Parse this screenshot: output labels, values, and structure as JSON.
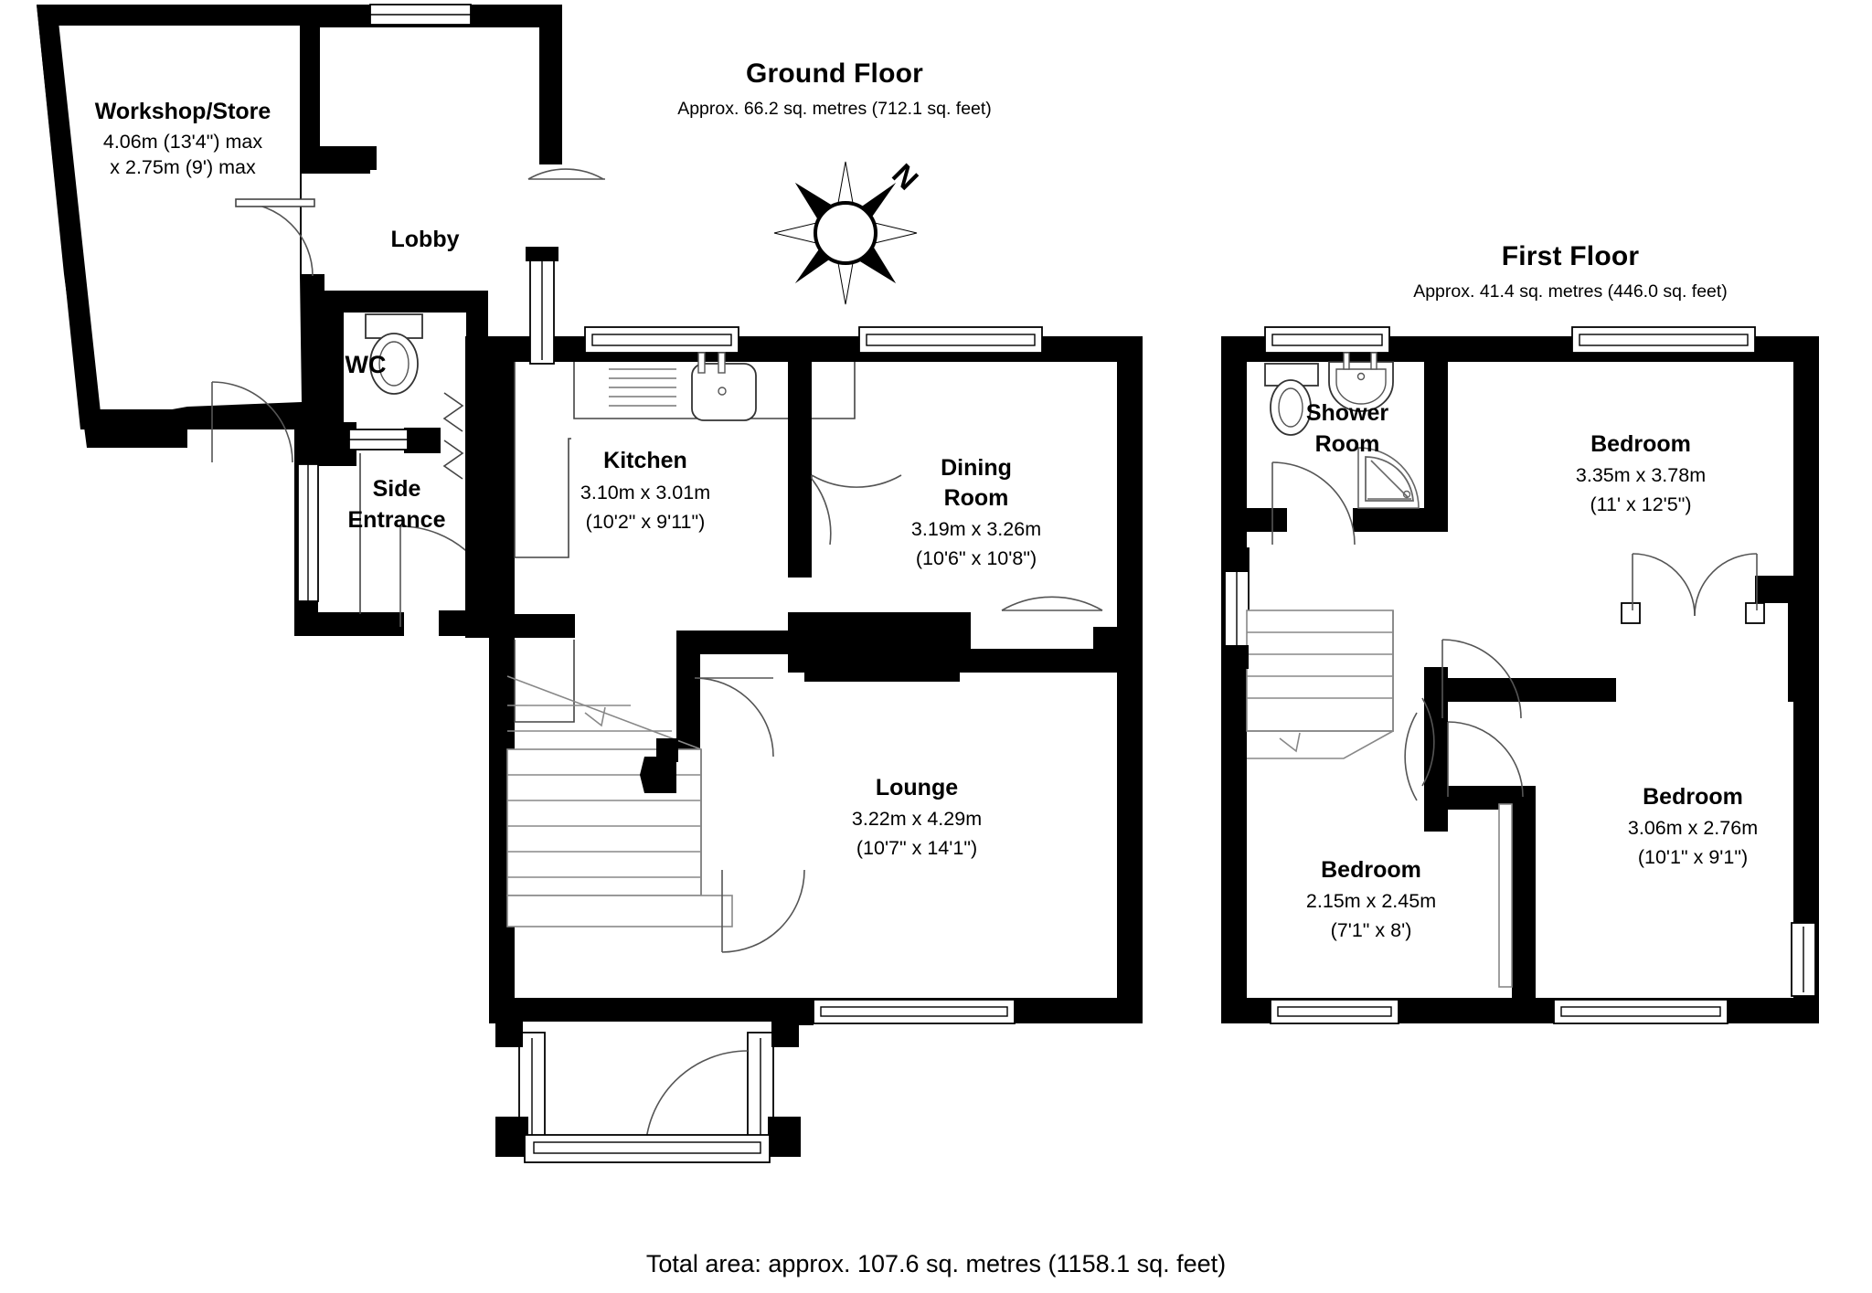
{
  "document": {
    "type": "floorplan",
    "total_area_label": "Total area: approx. 107.6 sq. metres (1158.1 sq. feet)"
  },
  "compass": {
    "name": "compass-rose",
    "north_label": "N"
  },
  "floors": [
    {
      "id": "ground",
      "title": "Ground Floor",
      "area": "Approx. 66.2 sq. metres (712.1 sq. feet)",
      "rooms": [
        {
          "id": "workshop-store",
          "name": "Workshop/Store",
          "dim_metric": "4.06m (13'4\") max",
          "dim_imperial": "x 2.75m (9') max"
        },
        {
          "id": "lobby",
          "name": "Lobby",
          "dim_metric": "",
          "dim_imperial": ""
        },
        {
          "id": "wc",
          "name": "WC",
          "dim_metric": "",
          "dim_imperial": ""
        },
        {
          "id": "side-entrance",
          "name": "Side",
          "name2": "Entrance",
          "dim_metric": "",
          "dim_imperial": ""
        },
        {
          "id": "kitchen",
          "name": "Kitchen",
          "dim_metric": "3.10m x 3.01m",
          "dim_imperial": "(10'2\" x 9'11\")"
        },
        {
          "id": "dining-room",
          "name": "Dining",
          "name2": "Room",
          "dim_metric": "3.19m x 3.26m",
          "dim_imperial": "(10'6\" x 10'8\")"
        },
        {
          "id": "lounge",
          "name": "Lounge",
          "dim_metric": "3.22m x 4.29m",
          "dim_imperial": "(10'7\" x 14'1\")"
        }
      ]
    },
    {
      "id": "first",
      "title": "First Floor",
      "area": "Approx. 41.4 sq. metres (446.0 sq. feet)",
      "rooms": [
        {
          "id": "shower-room",
          "name": "Shower",
          "name2": "Room",
          "dim_metric": "",
          "dim_imperial": ""
        },
        {
          "id": "bedroom-1",
          "name": "Bedroom",
          "dim_metric": "3.35m x 3.78m",
          "dim_imperial": "(11' x 12'5\")"
        },
        {
          "id": "bedroom-2",
          "name": "Bedroom",
          "dim_metric": "3.06m x 2.76m",
          "dim_imperial": "(10'1\" x 9'1\")"
        },
        {
          "id": "bedroom-3",
          "name": "Bedroom",
          "dim_metric": "2.15m x 2.45m",
          "dim_imperial": "(7'1\" x 8')"
        }
      ]
    }
  ],
  "fixtures": [
    {
      "id": "wc-toilet",
      "icon": "toilet-icon"
    },
    {
      "id": "kitchen-sink",
      "icon": "sink-icon"
    },
    {
      "id": "shower-toilet",
      "icon": "toilet-icon"
    },
    {
      "id": "shower-basin",
      "icon": "basin-icon"
    },
    {
      "id": "shower-tray",
      "icon": "shower-tray-icon"
    },
    {
      "id": "ground-stairs",
      "icon": "staircase-icon"
    },
    {
      "id": "first-stairs",
      "icon": "staircase-icon"
    }
  ],
  "colors": {
    "wall": "#000000",
    "background": "#ffffff",
    "line": "#333333"
  }
}
